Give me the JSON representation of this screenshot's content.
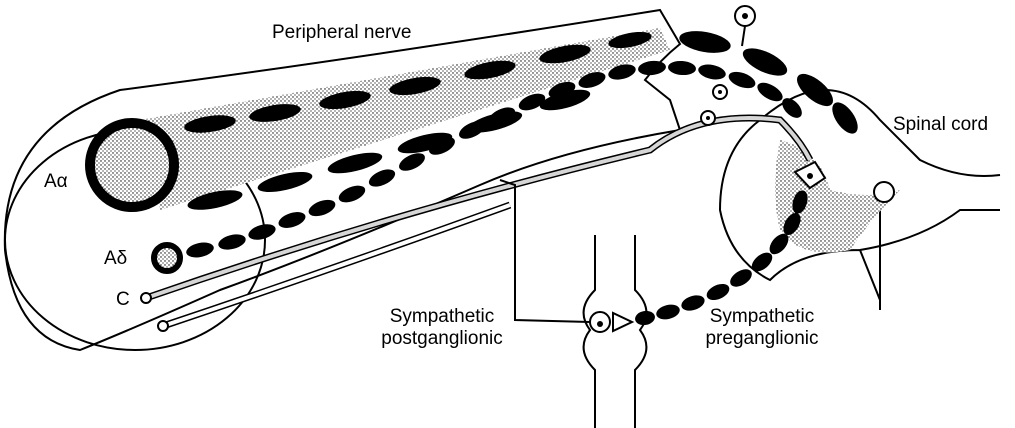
{
  "labels": {
    "peripheral_nerve": "Peripheral nerve",
    "spinal_cord": "Spinal cord",
    "a_alpha": "Aα",
    "a_delta": "Aδ",
    "c_fiber": "C",
    "sympathetic_post_line1": "Sympathetic",
    "sympathetic_post_line2": "postganglionic",
    "sympathetic_pre_line1": "Sympathetic",
    "sympathetic_pre_line2": "preganglionic"
  },
  "colors": {
    "ink": "#000000",
    "stipple": "#d6d6d6",
    "paper": "#ffffff"
  }
}
